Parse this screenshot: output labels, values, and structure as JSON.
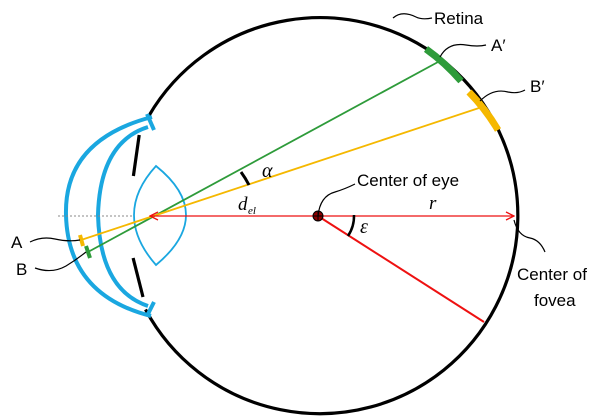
{
  "labels": {
    "retina": "Retina",
    "a_prime": "A′",
    "b_prime": "B′",
    "a": "A",
    "b": "B",
    "center_of_eye": "Center of eye",
    "center_of_fovea_line1": "Center of",
    "center_of_fovea_line2": "fovea",
    "alpha": "α",
    "d_main": "d",
    "d_sub": "el",
    "r": "r",
    "epsilon": "ε"
  },
  "colors": {
    "eye_outline": "#000000",
    "cornea": "#1aa7e0",
    "green_ray": "#2e9b3a",
    "yellow_ray": "#f5b800",
    "red_line": "#ee1111",
    "center_point": "#c00000",
    "guide_dotted": "#888888"
  }
}
